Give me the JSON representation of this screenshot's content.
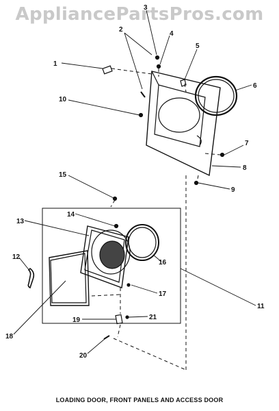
{
  "watermark": "AppliancePartsPros.com",
  "caption": "LOADING DOOR, FRONT PANELS AND ACCESS DOOR",
  "callouts": [
    "1",
    "2",
    "3",
    "4",
    "5",
    "6",
    "7",
    "8",
    "9",
    "10",
    "11",
    "12",
    "13",
    "14",
    "15",
    "16",
    "17",
    "18",
    "19",
    "20",
    "21"
  ]
}
